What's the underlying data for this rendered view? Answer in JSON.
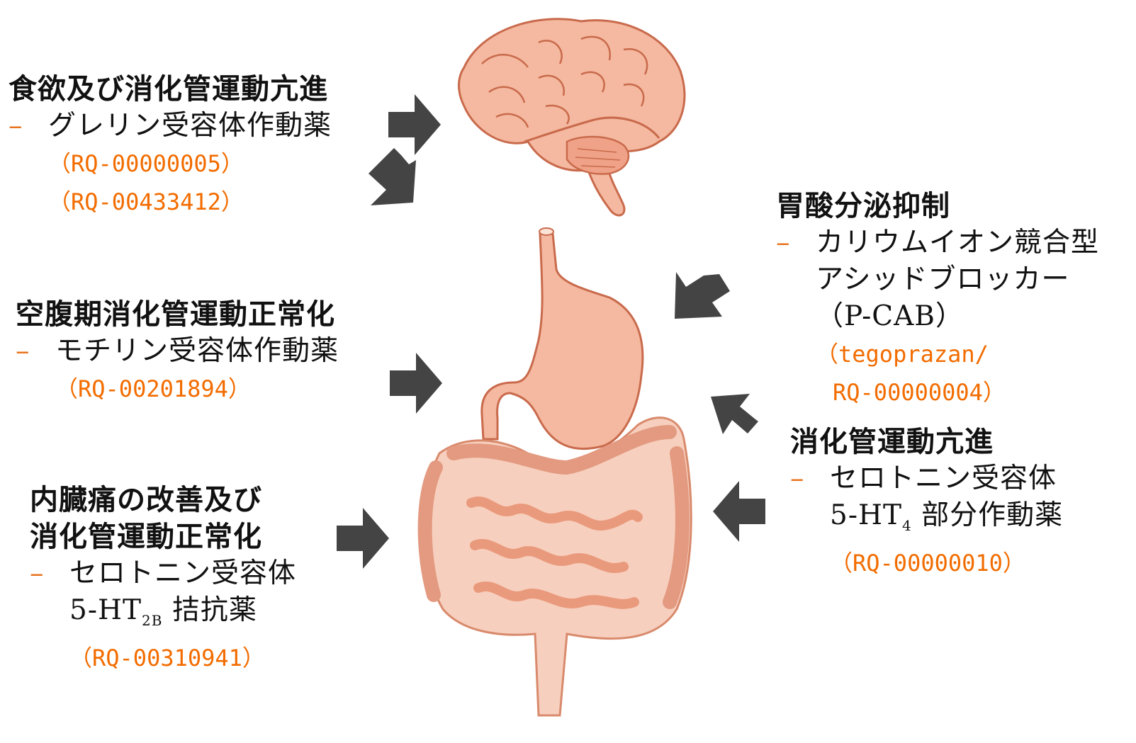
{
  "colors": {
    "organ_fill": "#f4b9a0",
    "organ_stroke": "#c96a4c",
    "intestine_fill": "#efa287",
    "arrow": "#444444",
    "code_text": "#f26c00",
    "dash": "#e8731e"
  },
  "icons": [
    "brain-illustration",
    "stomach-illustration",
    "intestine-illustration",
    "arrow-icon"
  ],
  "appetite": {
    "heading": "食欲及び消化管運動亢進",
    "dash": "–",
    "item": "グレリン受容体作動薬",
    "code1": "（RQ-00000005）",
    "code2": "（RQ-00433412）"
  },
  "fasting": {
    "heading": "空腹期消化管運動正常化",
    "dash": "–",
    "item": "モチリン受容体作動薬",
    "code": "（RQ-00201894）"
  },
  "visceral": {
    "heading1": "内臓痛の改善及び",
    "heading2": "消化管運動正常化",
    "dash": "–",
    "item1": "セロトニン受容体",
    "item2_prefix": "5-HT",
    "item2_sub": "2B",
    "item2_suffix": " 拮抗薬",
    "code": "（RQ-00310941）"
  },
  "acid": {
    "heading": "胃酸分泌抑制",
    "dash": "–",
    "item1": "カリウムイオン競合型",
    "item2": "アシッドブロッカー",
    "item3": "（P-CAB）",
    "code1": "（tegoprazan/",
    "code2": "RQ-00000004）"
  },
  "motility": {
    "heading": "消化管運動亢進",
    "dash": "–",
    "item1": "セロトニン受容体",
    "item2_prefix": "5-HT",
    "item2_sub": "4",
    "item2_suffix": " 部分作動薬",
    "code": "（RQ-00000010）"
  }
}
